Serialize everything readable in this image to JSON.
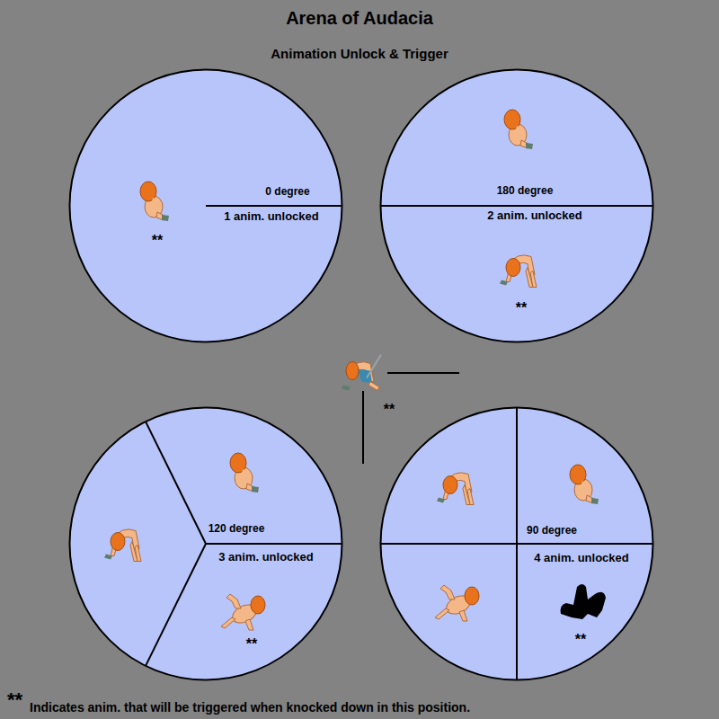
{
  "diagram": {
    "title": "Arena of Audacia",
    "nodes": [
      {
        "text": [
          "0 degree",
          "1 anim. unlocked",
          "**"
        ]
      },
      {
        "text": [
          "180 degree",
          "2 anim. unlocked",
          "**"
        ]
      },
      {
        "text": [
          "120 degree",
          "3 anim. unlocked",
          "**"
        ]
      },
      {
        "text": [
          "90 degree",
          "4 anim. unlocked",
          "**"
        ]
      }
    ],
    "labels": [
      "Animation Unlock & Trigger",
      "**",
      "**",
      "Indicates anim. that will be triggered when knocked down in this position."
    ]
  }
}
